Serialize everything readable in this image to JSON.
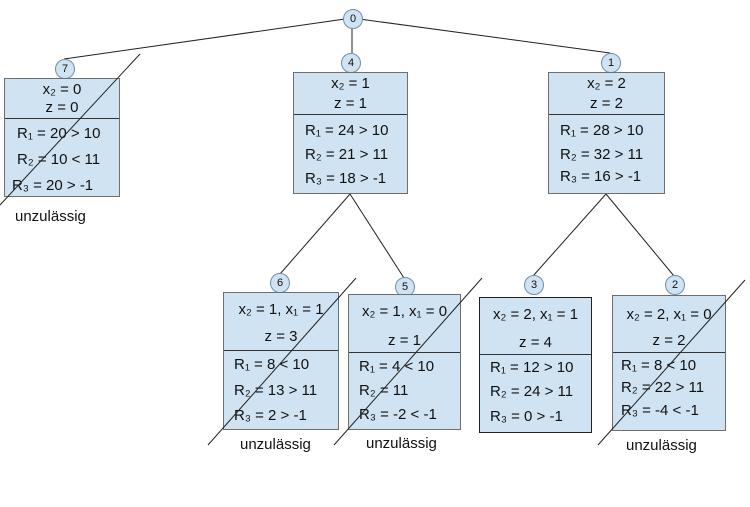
{
  "root": {
    "id": "0"
  },
  "nodes": {
    "n7": {
      "id": "7",
      "head": [
        "x₂ = 0",
        "z = 0"
      ],
      "rows": [
        "R₁ = 20 > 10",
        "R₂ = 10 < 11",
        "R₃ = 20 > -1"
      ],
      "status": "unzulässig"
    },
    "n4": {
      "id": "4",
      "head": [
        "x₂ = 1",
        "z = 1"
      ],
      "rows": [
        "R₁ = 24 > 10",
        "R₂ = 21 > 11",
        "R₃ = 18 > -1"
      ]
    },
    "n1": {
      "id": "1",
      "head": [
        "x₂ = 2",
        "z = 2"
      ],
      "rows": [
        "R₁ = 28 > 10",
        "R₂ = 32 > 11",
        "R₃ = 16 > -1"
      ]
    },
    "n6": {
      "id": "6",
      "head": [
        "x₂ = 1, x₁ = 1",
        "z = 3"
      ],
      "rows": [
        "R₁ = 8 < 10",
        "R₂ = 13 > 11",
        "R₃ = 2 > -1"
      ],
      "status": "unzulässig"
    },
    "n5": {
      "id": "5",
      "head": [
        "x₂ = 1, x₁ = 0",
        "z = 1"
      ],
      "rows": [
        "R₁ = 4 < 10",
        "R₂ = 11",
        "R₃ = -2 < -1"
      ],
      "status": "unzulässig"
    },
    "n3": {
      "id": "3",
      "head": [
        "x₂ = 2, x₁ = 1",
        "z = 4"
      ],
      "rows": [
        "R₁ = 12 > 10",
        "R₂ = 24 > 11",
        "R₃ = 0 >  -1"
      ]
    },
    "n2": {
      "id": "2",
      "head": [
        "x₂ = 2, x₁ = 0",
        "z = 2"
      ],
      "rows": [
        "R₁ = 8 < 10",
        "R₂ = 22 > 11",
        "R₃ = -4 < -1"
      ],
      "status": "unzulässig"
    }
  },
  "colors": {
    "box_fill": "#cfe3f2",
    "edge": "#222222"
  }
}
